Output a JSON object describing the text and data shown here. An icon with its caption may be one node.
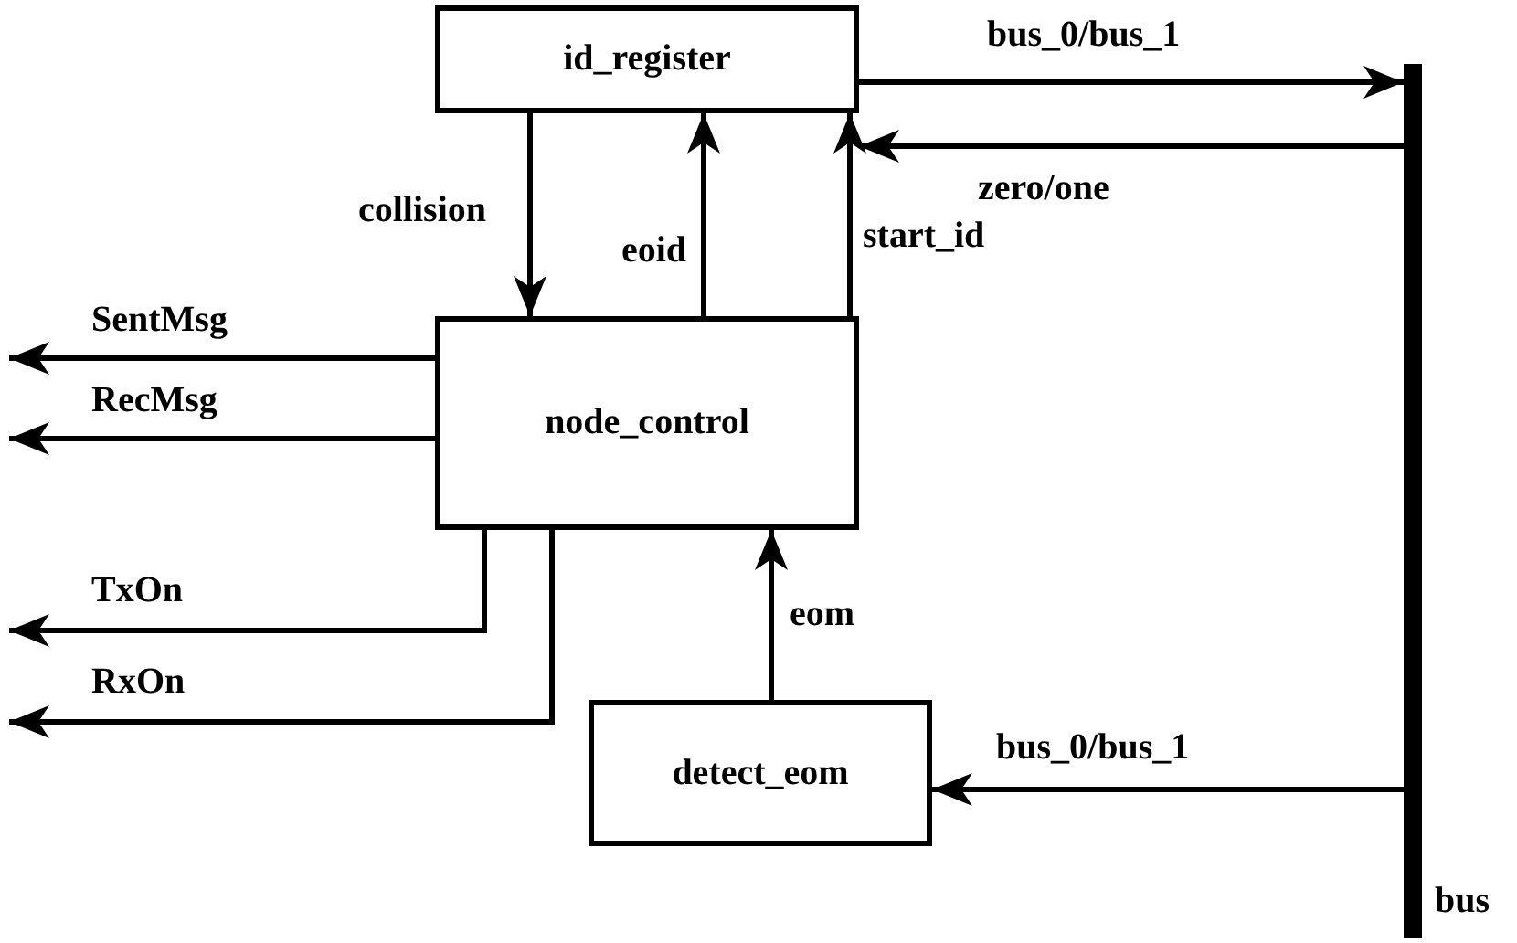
{
  "diagram": {
    "nodes": [
      {
        "text": [
          "id_register"
        ]
      },
      {
        "text": [
          "node_control"
        ]
      },
      {
        "text": [
          "detect_eom"
        ]
      },
      {
        "text": [],
        "shape": "bar",
        "beside": [
          "bus"
        ]
      }
    ],
    "edges": [
      {
        "from": 0,
        "to": 3,
        "arrow": "to",
        "label": "bus_0/bus_1"
      },
      {
        "from": 3,
        "to": 0,
        "arrow": "to",
        "label": "zero/one"
      },
      {
        "from": 0,
        "to": 1,
        "arrow": "to",
        "label": "collision"
      },
      {
        "from": 1,
        "to": 0,
        "arrow": "to",
        "label": "eoid"
      },
      {
        "from": 1,
        "to": 0,
        "arrow": "to",
        "label": "start_id"
      },
      {
        "from": 1,
        "to": null,
        "arrow": "to",
        "label": "SentMsg"
      },
      {
        "from": 1,
        "to": null,
        "arrow": "to",
        "label": "RecMsg"
      },
      {
        "from": 1,
        "to": null,
        "arrow": "to",
        "label": "TxOn"
      },
      {
        "from": 1,
        "to": null,
        "arrow": "to",
        "label": "RxOn"
      },
      {
        "from": 2,
        "to": 1,
        "arrow": "to",
        "label": "eom"
      },
      {
        "from": 3,
        "to": 2,
        "arrow": "to",
        "label": "bus_0/bus_1"
      }
    ]
  }
}
